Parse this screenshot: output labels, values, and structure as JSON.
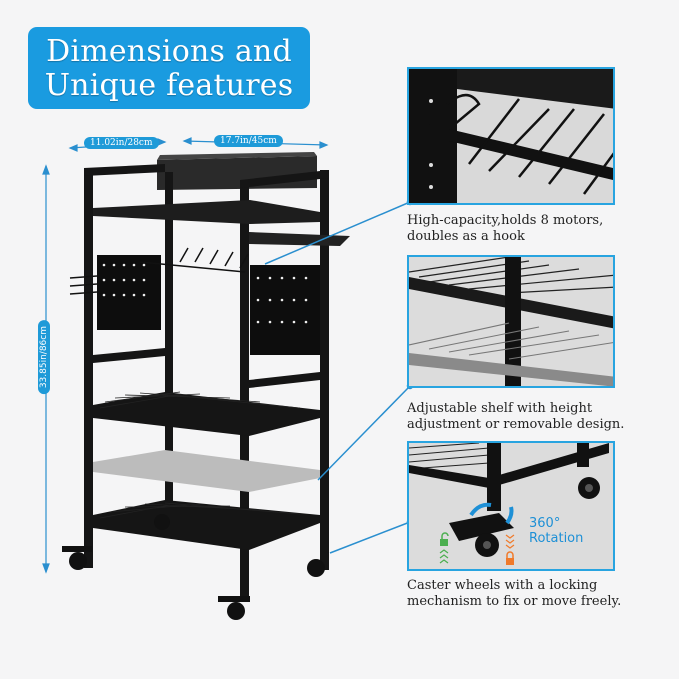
{
  "title": {
    "line1": "Dimensions and",
    "line2": "Unique features"
  },
  "dimensions": {
    "depth": "11.02in/28cm",
    "width": "17.7in/45cm",
    "height": "33.85in/86cm"
  },
  "features": [
    {
      "caption_line1": "High-capacity,holds 8 motors,",
      "caption_line2": "doubles as a hook",
      "icon": "hook-rack-closeup"
    },
    {
      "caption_line1": "Adjustable shelf with height",
      "caption_line2": "adjustment or removable design.",
      "icon": "wire-shelf-closeup"
    },
    {
      "caption_line1": "Caster wheels with a locking",
      "caption_line2": "mechanism to fix or move freely.",
      "icon": "caster-wheel-closeup"
    }
  ],
  "rotation_label": {
    "line1": "360°",
    "line2": "Rotation"
  },
  "colors": {
    "accent": "#1a9be0",
    "frame": "#111111",
    "background": "#f5f5f6",
    "lock_green": "#4caf50",
    "lock_orange": "#f07a2a"
  }
}
